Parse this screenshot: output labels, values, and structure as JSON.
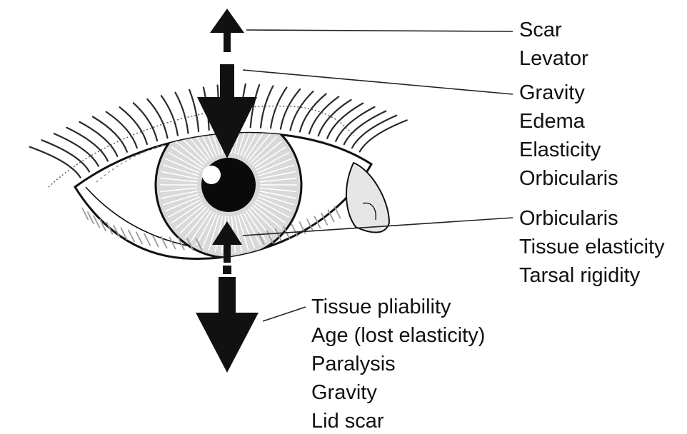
{
  "labels": {
    "upper_lid_upward_forces": [
      "Scar",
      "Levator"
    ],
    "upper_lid_downward_forces": [
      "Gravity",
      "Edema",
      "Elasticity",
      "Orbicularis"
    ],
    "lower_lid_upward_forces": [
      "Orbicularis",
      "Tissue elasticity",
      "Tarsal rigidity"
    ],
    "lower_lid_downward_forces": [
      "Tissue pliability",
      "Age (lost elasticity)",
      "Paralysis",
      "Gravity",
      "Lid scar"
    ]
  },
  "colors": {
    "ink": "#111111",
    "iris": "#d9d9d9",
    "iris_rays": "#ffffff",
    "pupil": "#0a0a0a",
    "caruncle": "#e6e6e6",
    "lash_stroke": "#2a2a2a",
    "lower_lash_stroke": "#9a9a9a"
  }
}
